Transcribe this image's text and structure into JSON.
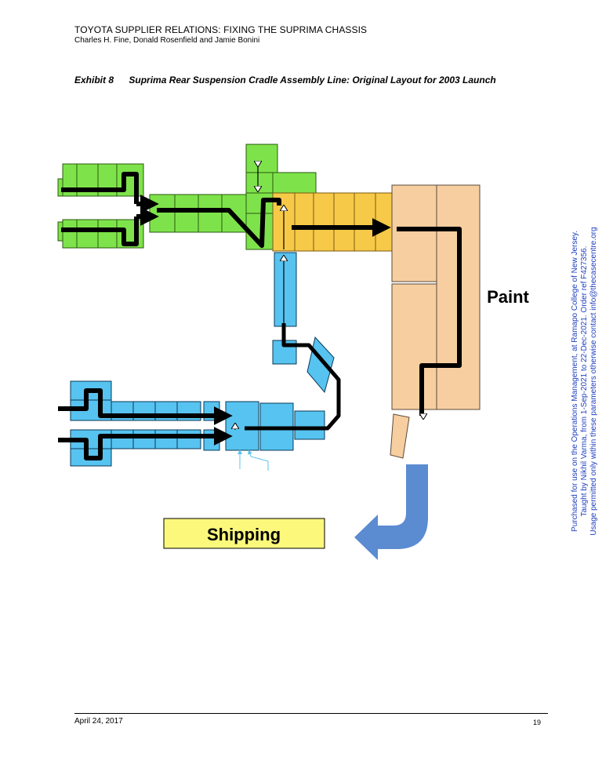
{
  "header": {
    "title": "TOYOTA SUPPLIER RELATIONS: FIXING THE SUPRIMA CHASSIS",
    "authors": "Charles H. Fine, Donald Rosenfield and Jamie Bonini"
  },
  "exhibit": {
    "number": "Exhibit 8",
    "caption": "Suprima Rear Suspension Cradle Assembly Line: Original Layout for 2003 Launch"
  },
  "diagram": {
    "paint_label": "Paint",
    "shipping_label": "Shipping",
    "colors": {
      "green": "#7ee34a",
      "yellow": "#f7c948",
      "blue": "#57c3f0",
      "peach": "#f7ceA0",
      "shipping_fill": "#fbf87c",
      "return_arrow": "#5b8bd0"
    }
  },
  "watermark": {
    "line1": "Purchased for use on the Operations Management, at Ramapo College of New Jersey.",
    "line2": "Taught by Nikhil Varma, from 1-Sep-2021 to 22-Dec-2021. Order ref F427356.",
    "line3": "Usage permitted only within these parameters otherwise contact info@thecasecentre.org"
  },
  "footer": {
    "date": "April 24, 2017",
    "page": "19"
  }
}
